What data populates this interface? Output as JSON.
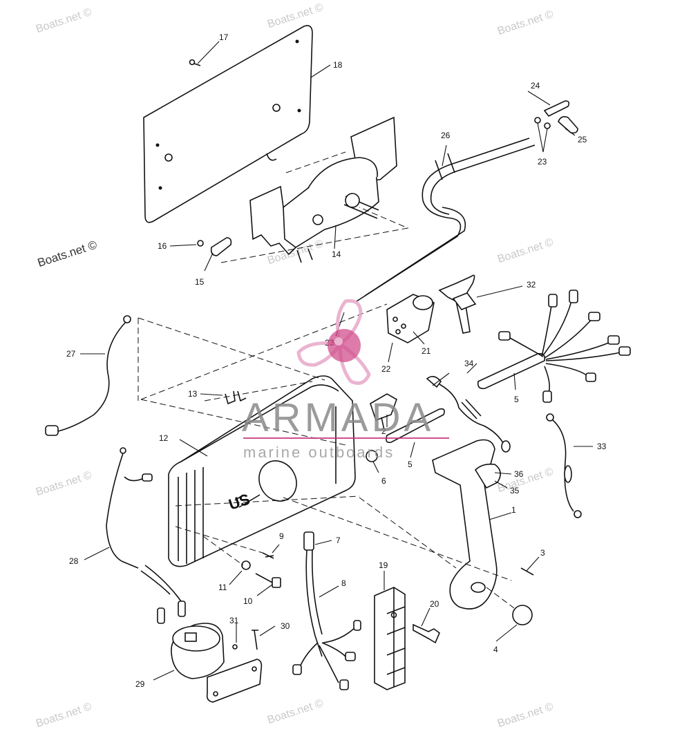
{
  "watermarks": [
    "Boats.net ©",
    "Boats.net ©",
    "Boats.net ©",
    "Boats.net ©",
    "Boats.net ©",
    "Boats.net ©",
    "Boats.net ©",
    "Boats.net ©",
    "Boats.net ©",
    "Boats.net ©",
    "Boats.net ©"
  ],
  "logo": {
    "word": "ARMADA",
    "sub": "marine outboards",
    "colors": {
      "pink": "#e7a8c8",
      "magenta": "#c9307a",
      "gray": "#8a8a8a"
    }
  },
  "callouts": {
    "c1": "1",
    "c2": "2",
    "c3": "3",
    "c4": "4",
    "c5a": "5",
    "c5b": "5",
    "c6": "6",
    "c7": "7",
    "c8": "8",
    "c9": "9",
    "c10": "10",
    "c11": "11",
    "c12": "12",
    "c13": "13",
    "c14": "14",
    "c15": "15",
    "c16": "16",
    "c17": "17",
    "c18": "18",
    "c19": "19",
    "c20": "20",
    "c21": "21",
    "c22": "22",
    "c23a": "23",
    "c23b": "23",
    "c24": "24",
    "c25": "25",
    "c26": "26",
    "c27": "27",
    "c28": "28",
    "c29": "29",
    "c30": "30",
    "c31": "31",
    "c32": "32",
    "c33": "33",
    "c34": "34",
    "c35": "35",
    "c36": "36"
  },
  "housing_badge": "US"
}
